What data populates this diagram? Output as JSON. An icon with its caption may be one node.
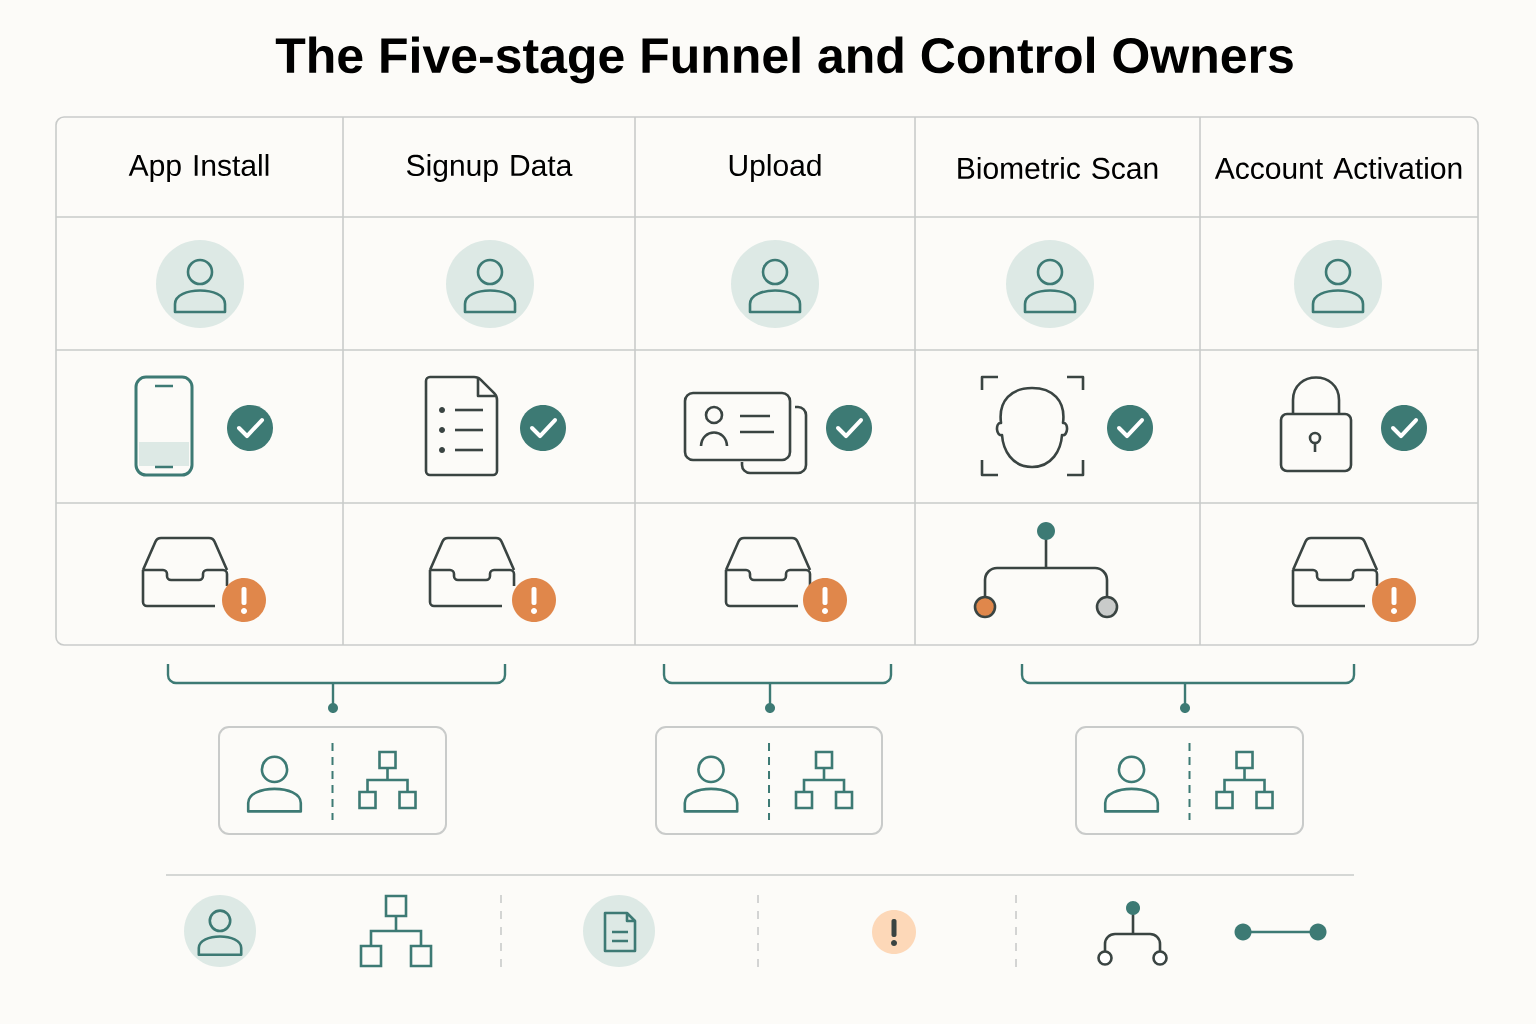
{
  "diagram": {
    "title": "The Five-stage Funnel and Control Owners",
    "labels": [
      "App Install",
      "Signup Data",
      "Upload",
      "Biometric Scan",
      "Account Activation"
    ]
  }
}
